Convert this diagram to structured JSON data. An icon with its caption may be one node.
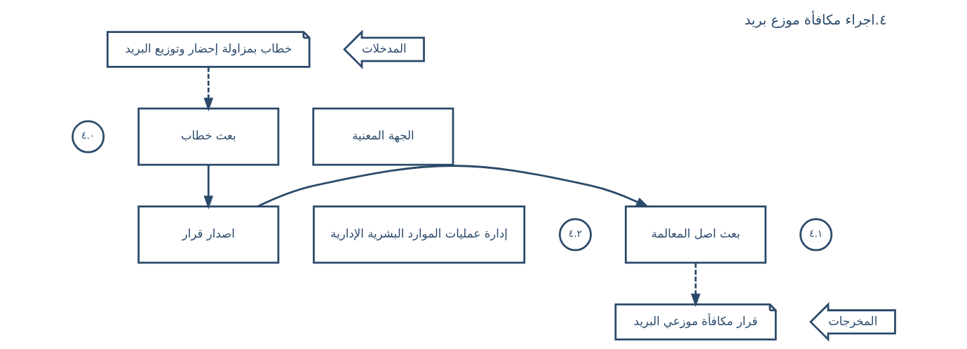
{
  "diagram": {
    "title": "٤.اجراء مكافأة موزع بريد",
    "nodes": [
      {
        "text": [
          "المدخلات"
        ]
      },
      {
        "text": [
          "خطاب بمزاولة إحضار وتوزيع البريد"
        ]
      },
      {
        "text": [
          "الجهة المعنية"
        ]
      },
      {
        "text": [
          "بعث خطاب"
        ]
      },
      {
        "text": [
          "٤.٠"
        ]
      },
      {
        "text": [
          "إدارة عمليات الموارد البشرية الإدارية"
        ]
      },
      {
        "text": [
          "اصدار قرار"
        ]
      },
      {
        "text": [
          "٤.١"
        ]
      },
      {
        "text": [
          "بعث اصل المعالمة"
        ]
      },
      {
        "text": [
          "٤.٢"
        ]
      },
      {
        "text": [
          "المخرجات"
        ]
      },
      {
        "text": [
          "قرار مكافأة موزعي البريد"
        ]
      }
    ],
    "edges": [
      {
        "from": 1,
        "to": 3,
        "arrow": "to",
        "style": "dashed"
      },
      {
        "from": 3,
        "to": 6,
        "arrow": "to"
      },
      {
        "from": 6,
        "to": 8,
        "arrow": "to"
      },
      {
        "from": 8,
        "to": 11,
        "arrow": "to",
        "style": "dashed"
      }
    ]
  }
}
